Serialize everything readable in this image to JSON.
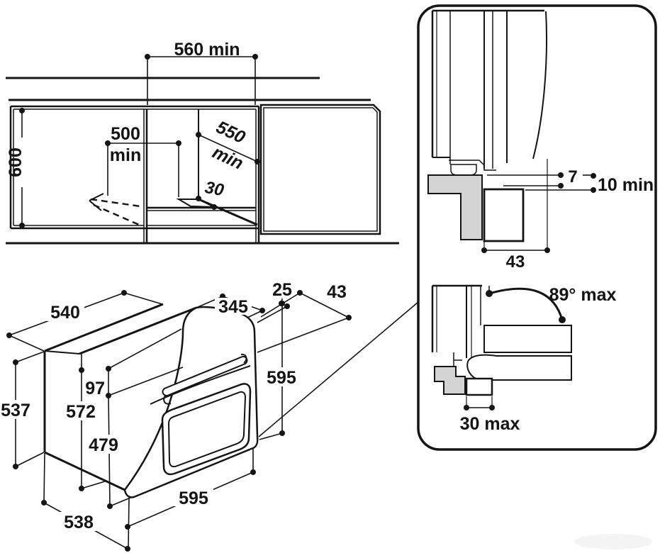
{
  "figure": {
    "kind": "built-in oven installation drawing",
    "colors": {
      "line": "#141414",
      "cabinet_panel_fill": "#d4d4d4",
      "background": "#ffffff"
    }
  },
  "niche": {
    "width": "560 min",
    "height": "600",
    "inner_width": "500",
    "inner_width_suffix": "min",
    "depth": "550",
    "depth_suffix": "min",
    "front_step": "30"
  },
  "oven": {
    "total_depth": "540",
    "top_depth": "345",
    "door_gap": "25",
    "handle_depth": "43",
    "panel_height": "97",
    "body_height": "572",
    "door_height": "479",
    "body_depth": "537",
    "front_height": "595",
    "front_width": "595",
    "bottom_depth": "538"
  },
  "details": {
    "door_gap_top": "7",
    "bottom_clearance": "10 min",
    "recess_depth": "43",
    "opening_angle": "89° max",
    "hinge_clearance": "30 max"
  }
}
